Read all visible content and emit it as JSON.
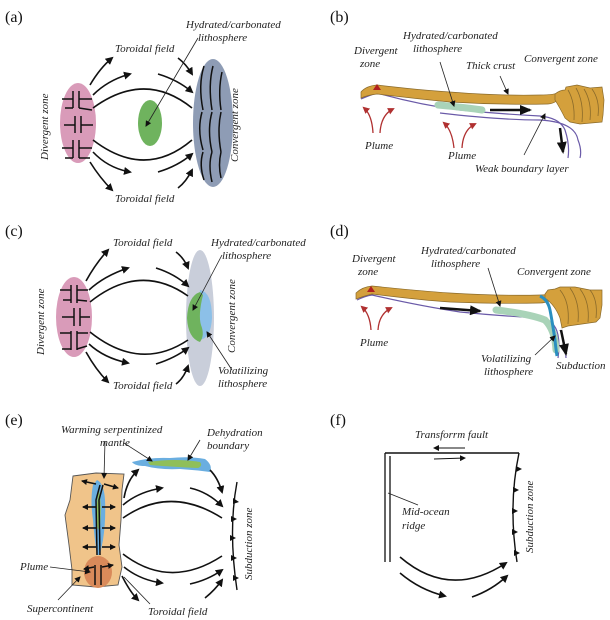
{
  "colors": {
    "divergent_zone": "#d99bb9",
    "convergent_zone_a": "#8e9cb5",
    "convergent_zone_c": "#c9ceda",
    "hydrated_lithosphere": "#6fb35e",
    "volatilizing_lithosphere": "#8cc0e8",
    "crust": "#d4a03c",
    "crust_outline": "#8a6a2a",
    "weak_layer": "#6a5aa8",
    "hydrated_slab": "#a9d3b8",
    "volatilizing_slab": "#2a8fc0",
    "plume": "#b03030",
    "ridge_marker": "#b02020",
    "supercontinent": "#f0c48a",
    "plume_head": "#d98a5a",
    "serpentinized_mantle": "#6aaee0",
    "dehydration_inner": "#8fbf5a"
  },
  "panels": {
    "a": {
      "tag": "(a)",
      "labels": {
        "toroidal_top": "Toroidal field",
        "toroidal_bottom": "Toroidal field",
        "hydrated_1": "Hydrated/carbonated",
        "hydrated_2": "lithosphere",
        "divergent": "Divergent zone",
        "convergent": "Convergent zone"
      }
    },
    "b": {
      "tag": "(b)",
      "labels": {
        "divergent_1": "Divergent",
        "divergent_2": "zone",
        "hydrated_1": "Hydrated/carbonated",
        "hydrated_2": "lithosphere",
        "thick_crust": "Thick crust",
        "convergent": "Convergent zone",
        "plume_1": "Plume",
        "plume_2": "Plume",
        "weak_layer": "Weak boundary layer"
      }
    },
    "c": {
      "tag": "(c)",
      "labels": {
        "toroidal_top": "Toroidal field",
        "toroidal_bottom": "Toroidal field",
        "hydrated_1": "Hydrated/carbonated",
        "hydrated_2": "lithosphere",
        "divergent": "Divergent zone",
        "convergent": "Convergent zone",
        "volatilizing_1": "Volatilizing",
        "volatilizing_2": "lithosphere"
      }
    },
    "d": {
      "tag": "(d)",
      "labels": {
        "divergent_1": "Divergent",
        "divergent_2": "zone",
        "hydrated_1": "Hydrated/carbonated",
        "hydrated_2": "lithosphere",
        "convergent": "Convergent zone",
        "plume": "Plume",
        "volatilizing_1": "Volatilizing",
        "volatilizing_2": "lithosphere",
        "subduction": "Subduction"
      }
    },
    "e": {
      "tag": "(e)",
      "labels": {
        "warming_1": "Warming serpentinized",
        "warming_2": "mantle",
        "dehydration_1": "Dehydration",
        "dehydration_2": "boundary",
        "plume": "Plume",
        "supercontinent": "Supercontinent",
        "toroidal": "Toroidal field",
        "subduction": "Subduction zone"
      }
    },
    "f": {
      "tag": "(f)",
      "labels": {
        "transform": "Transforrm fault",
        "ridge_1": "Mid-ocean",
        "ridge_2": "ridge",
        "subduction": "Subduction zone"
      }
    }
  }
}
